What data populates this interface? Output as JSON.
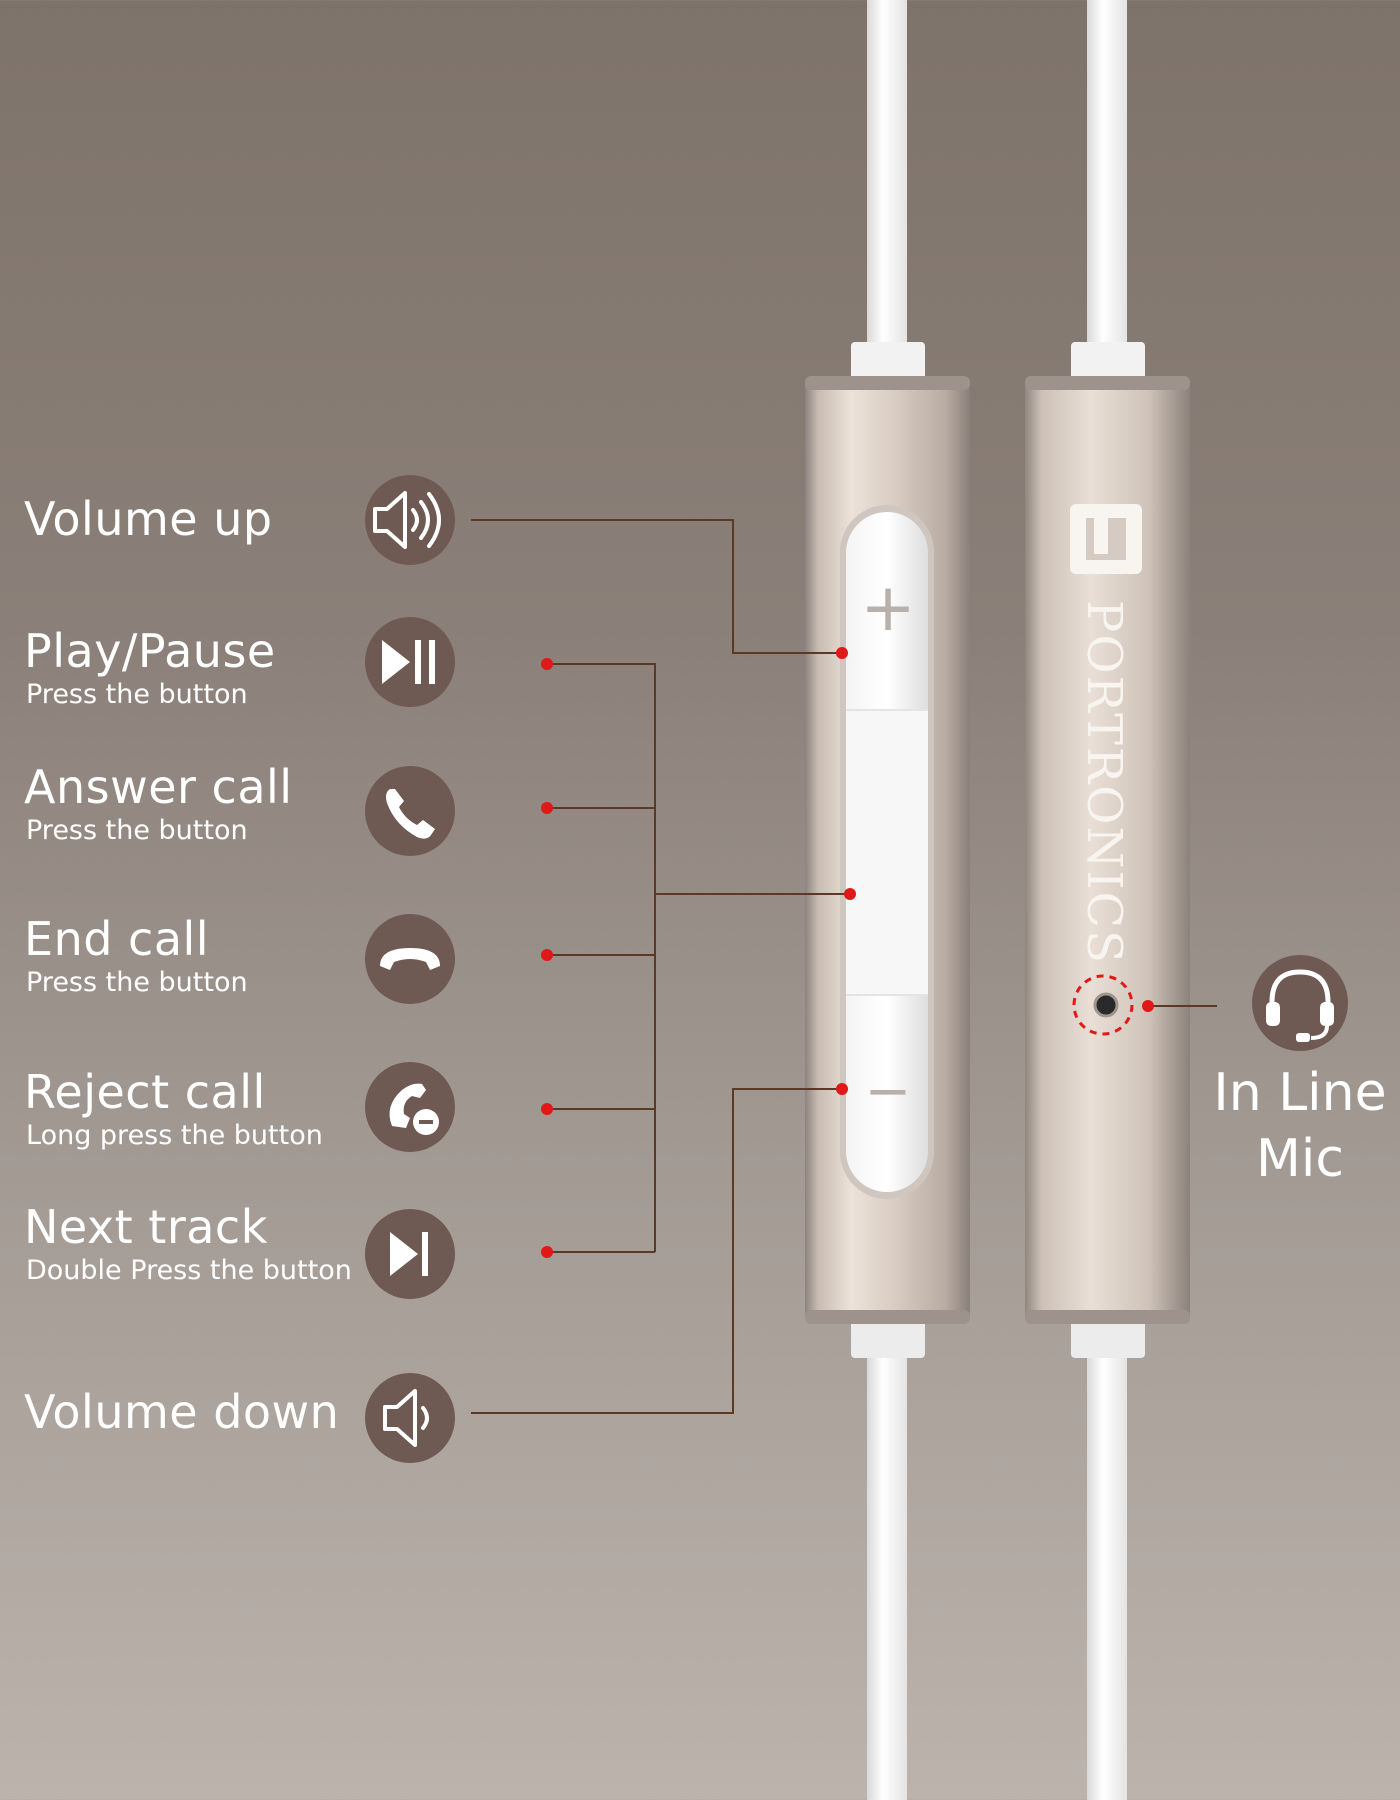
{
  "controls": {
    "volume_up": {
      "title": "Volume up",
      "icon": "speaker-loud-icon"
    },
    "play_pause": {
      "title": "Play/Pause",
      "subtitle": "Press the button",
      "icon": "play-pause-icon"
    },
    "answer_call": {
      "title": "Answer call",
      "subtitle": "Press the button",
      "icon": "phone-icon"
    },
    "end_call": {
      "title": "End call",
      "subtitle": "Press the button",
      "icon": "hang-up-icon"
    },
    "reject_call": {
      "title": "Reject call",
      "subtitle": "Long press the button",
      "icon": "reject-call-icon"
    },
    "next_track": {
      "title": "Next track",
      "subtitle": "Double Press the button",
      "icon": "next-track-icon"
    },
    "volume_down": {
      "title": "Volume down",
      "icon": "speaker-quiet-icon"
    }
  },
  "remote": {
    "plus_symbol": "+",
    "minus_symbol": "−",
    "brand": "PORTRONICS"
  },
  "mic": {
    "label_line1": "In Line",
    "label_line2": "Mic",
    "icon": "headset-mic-icon"
  },
  "colors": {
    "icon_circle": "#6f5a53",
    "connector_line": "#5a3a26",
    "marker_dot": "#e01818",
    "text": "#ffffff"
  }
}
